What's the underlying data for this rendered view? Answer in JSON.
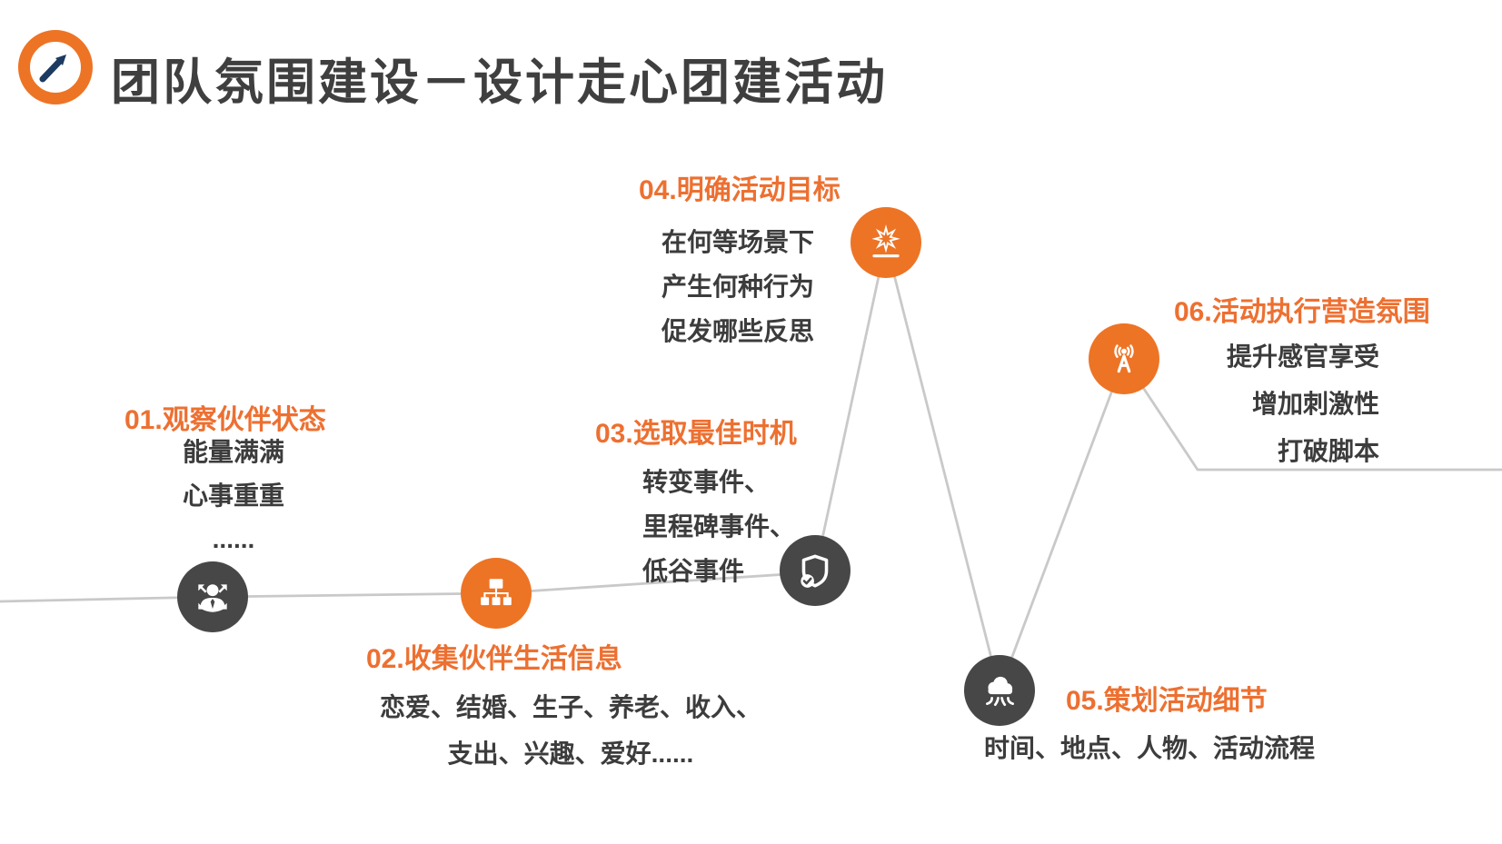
{
  "header": {
    "title": "团队氛围建设－设计走心团建活动",
    "logo_icon": "arrow-up-right-icon"
  },
  "colors": {
    "orange_node": "#ED7425",
    "orange_heading": "#ED7031",
    "dark_node": "#474747",
    "title_text": "#3F3F3F",
    "body_text": "#3C3C3C",
    "connector_line": "#C9C9C9",
    "logo_arrow": "#1D3A60"
  },
  "steps": [
    {
      "heading": "01.观察伙伴状态",
      "lines": [
        "能量满满",
        "心事重重",
        "......"
      ],
      "icon": "person-arrows-icon",
      "node_color": "dark"
    },
    {
      "heading": "02.收集伙伴生活信息",
      "lines": [
        "恋爱、结婚、生子、养老、收入、",
        "支出、兴趣、爱好......"
      ],
      "icon": "org-chart-icon",
      "node_color": "orange"
    },
    {
      "heading": "03.选取最佳时机",
      "lines": [
        "转变事件、",
        "里程碑事件、",
        "低谷事件"
      ],
      "icon": "shield-check-icon",
      "node_color": "dark"
    },
    {
      "heading": "04.明确活动目标",
      "lines": [
        "在何等场景下",
        "产生何种行为",
        "促发哪些反思"
      ],
      "icon": "explosion-icon",
      "node_color": "orange"
    },
    {
      "heading": "05.策划活动细节",
      "lines": [
        "时间、地点、人物、活动流程"
      ],
      "icon": "rain-cloud-icon",
      "node_color": "dark"
    },
    {
      "heading": "06.活动执行营造氛围",
      "lines": [
        "提升感官享受",
        "增加刺激性",
        "打破脚本"
      ],
      "icon": "broadcast-antenna-icon",
      "node_color": "orange"
    }
  ]
}
